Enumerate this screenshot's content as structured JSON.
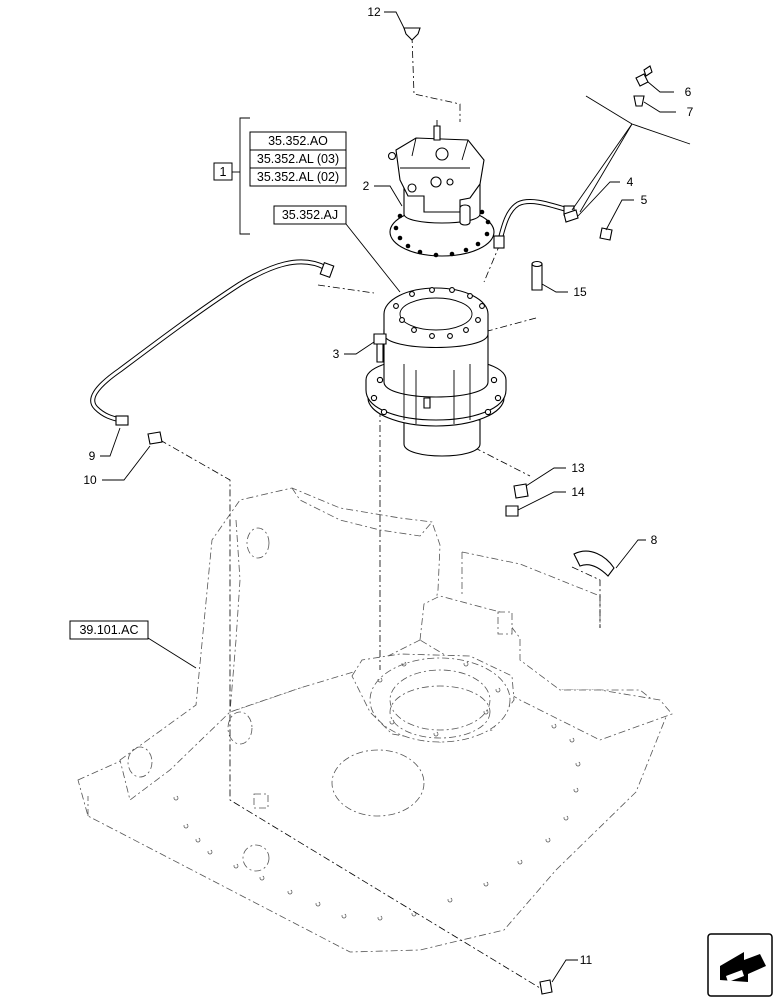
{
  "reference_boxes": {
    "group_index": "1",
    "group_refs": [
      "35.352.AO",
      "35.352.AL (03)",
      "35.352.AL (02)"
    ],
    "swing_bearing_ref": "35.352.AJ",
    "frame_ref": "39.101.AC"
  },
  "callouts": {
    "c1": "2",
    "c2": "3",
    "c3": "4",
    "c4": "5",
    "c5": "6",
    "c6": "7",
    "c7": "8",
    "c8": "9",
    "c9": "10",
    "c10": "11",
    "c11": "12",
    "c12": "13",
    "c13": "14",
    "c14": "15"
  },
  "nav": {
    "icon": "next-page-arrow-icon"
  }
}
